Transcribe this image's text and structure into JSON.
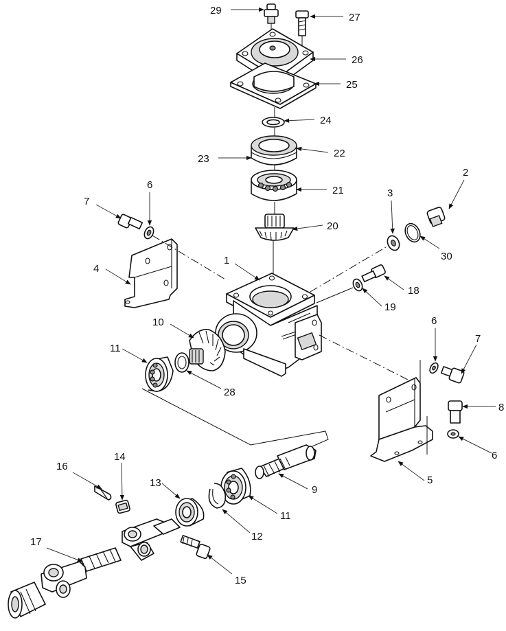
{
  "diagram": {
    "callouts": [
      {
        "id": "c29a",
        "label": "29"
      },
      {
        "id": "c27",
        "label": "27"
      },
      {
        "id": "c26",
        "label": "26"
      },
      {
        "id": "c25",
        "label": "25"
      },
      {
        "id": "c24",
        "label": "24"
      },
      {
        "id": "c22",
        "label": "22"
      },
      {
        "id": "c23",
        "label": "23"
      },
      {
        "id": "c21",
        "label": "21"
      },
      {
        "id": "c20",
        "label": "20"
      },
      {
        "id": "c2",
        "label": "2"
      },
      {
        "id": "c3",
        "label": "3"
      },
      {
        "id": "c30",
        "label": "30"
      },
      {
        "id": "c6a",
        "label": "6"
      },
      {
        "id": "c7a",
        "label": "7"
      },
      {
        "id": "c4",
        "label": "4"
      },
      {
        "id": "c1",
        "label": "1"
      },
      {
        "id": "c18",
        "label": "18"
      },
      {
        "id": "c19",
        "label": "19"
      },
      {
        "id": "c10",
        "label": "10"
      },
      {
        "id": "c11a",
        "label": "11"
      },
      {
        "id": "c28",
        "label": "28"
      },
      {
        "id": "c6b",
        "label": "6"
      },
      {
        "id": "c7b",
        "label": "7"
      },
      {
        "id": "c8",
        "label": "8"
      },
      {
        "id": "c6c",
        "label": "6"
      },
      {
        "id": "c5",
        "label": "5"
      },
      {
        "id": "c9",
        "label": "9"
      },
      {
        "id": "c11b",
        "label": "11"
      },
      {
        "id": "c12",
        "label": "12"
      },
      {
        "id": "c13",
        "label": "13"
      },
      {
        "id": "c14",
        "label": "14"
      },
      {
        "id": "c16",
        "label": "16"
      },
      {
        "id": "c17",
        "label": "17"
      },
      {
        "id": "c15",
        "label": "15"
      }
    ]
  }
}
